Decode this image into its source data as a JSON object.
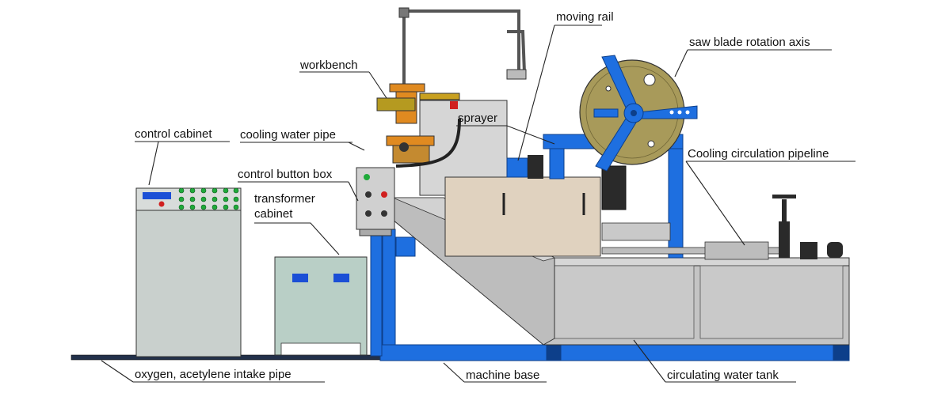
{
  "labels": {
    "moving_rail": "moving rail",
    "saw_blade_rotation_axis": "saw blade rotation axis",
    "workbench": "workbench",
    "sprayer": "sprayer",
    "control_cabinet": "control cabinet",
    "cooling_water_pipe": "cooling water pipe",
    "cooling_circulation_pipeline": "Cooling circulation pipeline",
    "control_button_box": "control button box",
    "transformer_cabinet_line1": "transformer",
    "transformer_cabinet_line2": "cabinet",
    "oxygen_acetylene_intake_pipe": "oxygen, acetylene intake pipe",
    "machine_base": "machine base",
    "circulating_water_tank": "circulating water tank"
  },
  "colors": {
    "frame_blue": "#1e6fe0",
    "panel_grey": "#c9d0cd",
    "cabinet_green": "#b9cfc6",
    "tank_grey": "#c4c4c4",
    "tray_beige": "#e0d2bf",
    "blade_olive": "#a89a5a",
    "display_blue": "#1b4fd6",
    "button_green": "#1faa3a",
    "button_red": "#d0201f",
    "torch_orange": "#e08a20"
  }
}
